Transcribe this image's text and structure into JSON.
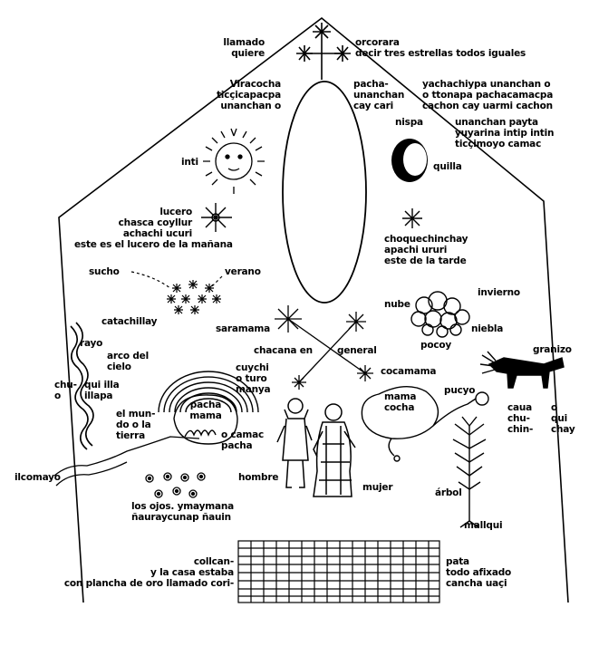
{
  "labels": {
    "llamado": "llamado\nquiere",
    "orcorara": "orcorara\ndecir tres estrellas todos iguales",
    "viracocha": "Viracocha\nticçicapacpa\nunanchan o",
    "pacha_unanchan": "pacha-\nunanchan\ncay cari",
    "yachachiypa": "yachachiypa unanchan o\no ttonapa pachacamacpa\ncachon cay uarmi cachon",
    "nispa": "nispa",
    "unanchan_payta": "unanchan payta\nyuyarina intip intin\nticçimoyo camac",
    "inti": "inti",
    "quilla": "quilla",
    "lucero": "lucero\nchasca coyllur\nachachi ucuri\neste es el lucero de la mañana",
    "choquechinchay": "choquechinchay\napachi ururi\neste de la tarde",
    "sucho": "sucho",
    "verano": "verano",
    "nube": "nube",
    "invierno": "invierno",
    "niebla": "niebla",
    "pocoy": "pocoy",
    "granizo": "granizo",
    "catachillay": "catachillay",
    "saramama": "saramama",
    "chacana": "chacana en",
    "general": "general",
    "cocamama": "cocamama",
    "rayo": "rayo",
    "arco": "arco del\ncielo",
    "chuqui_illa": "chu-\no",
    "qui_illa": "qui illa\nillapa",
    "cuychi": "cuychi\no turo\nmanya",
    "mundo": "el mun-\ndo o la\ntierra",
    "pachamama": "pacha\nmama",
    "camac": "o camac\npacha",
    "mamacocha": "mama\ncocha",
    "pucyo": "pucyo",
    "caua": "caua\nchu-\nchin-",
    "o_qui_chay": "o\nqui\nchay",
    "ilcomayo": "ilcomayo",
    "hombre": "hombre",
    "mujer": "mujer",
    "arbol": "árbol",
    "mallqui": "mallqui",
    "ojos": "los ojos. ymaymana\nñauraycunap ñauin",
    "collcan": "collcan-\ny la casa estaba\ncon plancha de oro llamado cori-",
    "pata": "pata\ntodo afixado\ncancha uaçi"
  }
}
